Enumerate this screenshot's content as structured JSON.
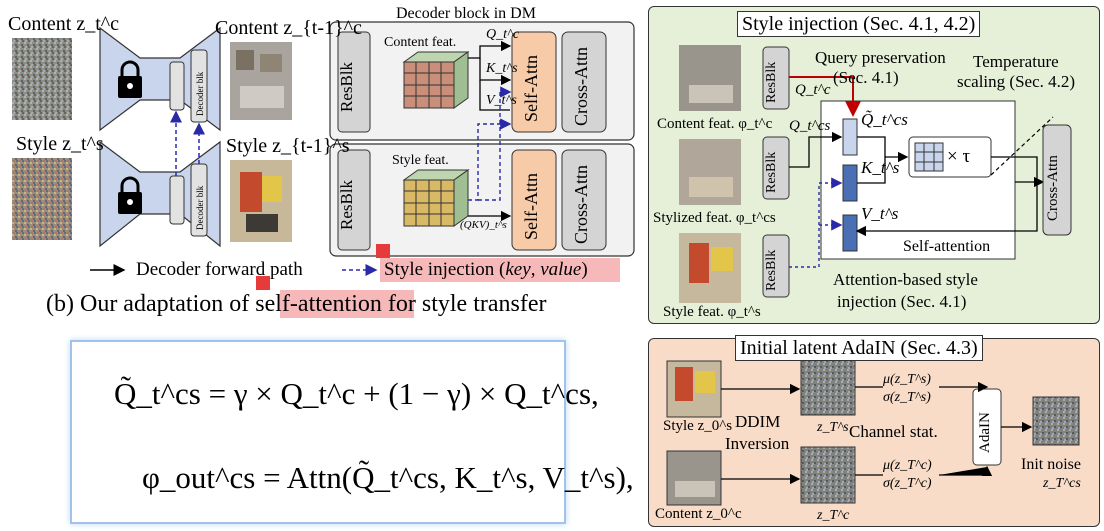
{
  "panel_b": {
    "content_zt": "Content z_t^c",
    "content_zt1": "Content z_{t-1}^c",
    "style_zt": "Style z_t^s",
    "style_zt1": "Style z_{t-1}^s",
    "decoder_blk": "Decoder blk",
    "decoder_block_title": "Decoder block in DM",
    "resblk": "ResBlk",
    "content_feat": "Content feat.",
    "style_feat": "Style feat.",
    "self_attn": "Self-Attn",
    "cross_attn": "Cross-Attn",
    "q_label": "Q_t^c",
    "k_label": "K_t^s",
    "v_label": "V_t^s",
    "qkv_label": "(QKV)_t^s",
    "legend_forward": "Decoder forward path",
    "legend_injection_prefix": "Style injection (",
    "legend_injection_key": "key",
    "legend_injection_sep": ", ",
    "legend_injection_value": "value",
    "legend_injection_suffix": ")",
    "caption_prefix": "(b) Our adaptation of ",
    "caption_highlight": "self-attention",
    "caption_suffix": " for style transfer"
  },
  "style_injection": {
    "title": "Style injection (Sec. 4.1, 4.2)",
    "query_preservation": "Query preservation",
    "query_preservation_sec": "(Sec. 4.1)",
    "temperature": "Temperature",
    "temperature_sec": "scaling (Sec. 4.2)",
    "resblk": "ResBlk",
    "content_feat": "Content feat. φ_t^c",
    "stylized_feat": "Stylized feat. φ_t^cs",
    "style_feat": "Style feat. φ_t^s",
    "q_c": "Q_t^c",
    "q_cs": "Q_t^cs",
    "q_tilde": "Q̃_t^cs",
    "k_s": "K_t^s",
    "v_s": "V_t^s",
    "times_tau": "× τ",
    "self_attention": "Self-attention",
    "cross_attn": "Cross-Attn",
    "attention_based": "Attention-based style",
    "attention_based_sec": "injection (Sec. 4.1)"
  },
  "adain": {
    "title": "Initial latent AdaIN (Sec. 4.3)",
    "style_z0": "Style z_0^s",
    "content_z0": "Content z_0^c",
    "ddim": "DDIM",
    "inversion": "Inversion",
    "zT_s": "z_T^s",
    "zT_c": "z_T^c",
    "mu_s": "μ(z_T^s)",
    "sigma_s": "σ(z_T^s)",
    "mu_c": "μ(z_T^c)",
    "sigma_c": "σ(z_T^c)",
    "channel_stat": "Channel stat.",
    "adain_label": "AdaIN",
    "init_noise": "Init noise",
    "zT_cs": "z_T^cs"
  },
  "equations": {
    "eq1": "Q̃_t^cs = γ × Q_t^c + (1 − γ) × Q_t^cs,",
    "eq2": "φ_out^cs = Attn(Q̃_t^cs, K_t^s, V_t^s),"
  },
  "colors": {
    "green_panel": "#e6f0d8",
    "orange_panel": "#f8dcc8",
    "self_attn_fill": "#f8cba8",
    "gray_block": "#d4d4d4",
    "unet_fill": "#c9d5ec",
    "injection_arrow": "#2a2aa8",
    "query_arrow": "#c00000",
    "highlight": "#f6b8b8"
  }
}
